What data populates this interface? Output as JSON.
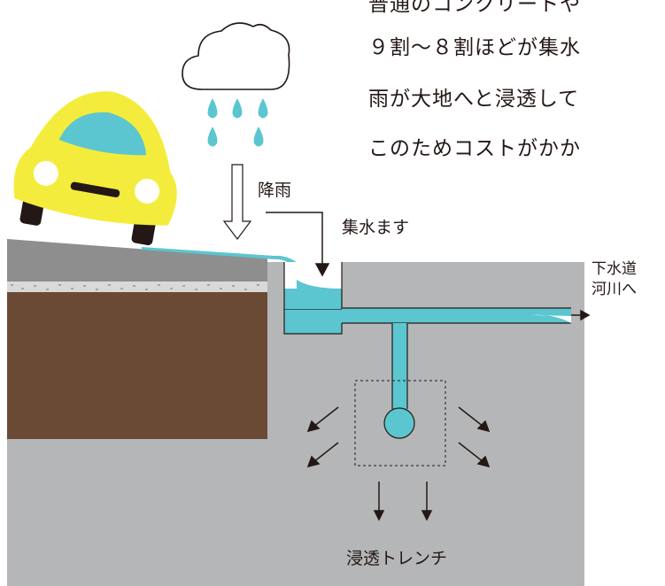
{
  "intro_lines": [
    "普通のコンクリートや",
    "９割～８割ほどが集水",
    "雨が大地へと浸透して",
    "このためコストがかか"
  ],
  "labels": {
    "rainfall": "降雨",
    "catch_basin": "集水ます",
    "outflow_line1": "下水道",
    "outflow_line2": "河川へ",
    "trench": "浸透トレンチ"
  },
  "colors": {
    "water": "#5bc6d0",
    "ground": "#b5b6b7",
    "soil": "#6b4a35",
    "pavement": "#8e8e8f",
    "car_body": "#f4ec3c",
    "outline": "#231815"
  },
  "icons": [
    "cloud-icon",
    "raindrop-icon",
    "car-icon",
    "down-arrow-icon",
    "right-arrow-icon"
  ]
}
